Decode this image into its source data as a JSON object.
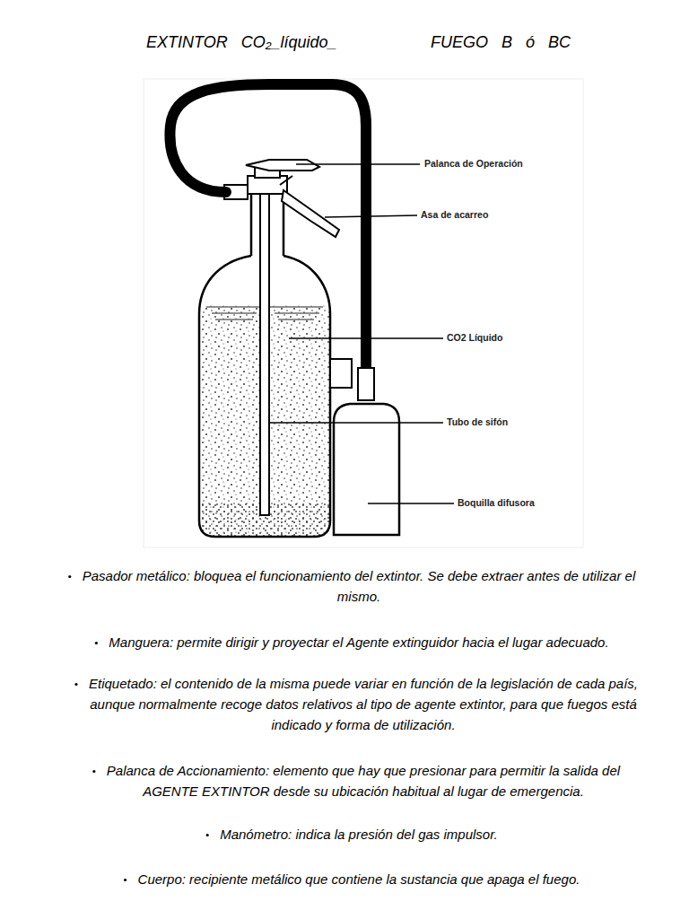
{
  "diagram": {
    "title": "EXTINTOR CO₂_líquido_",
    "labels": [
      "FUEGO B ó BC",
      "Palanca de Operación",
      "Asa de acarreo",
      "CO2 Líquido",
      "Tubo de sifón",
      "Boquilla difusora",
      "Pasador metálico: bloquea el funcionamiento del extintor. Se debe extraer antes de utilizar el mismo.",
      "Manguera: permite dirigir y proyectar el Agente extinguidor hacia el lugar adecuado.",
      "Etiquetado: el contenido de la misma puede variar en función de la legislación de cada país, aunque normalmente recoge datos relativos al tipo de agente extintor, para que fuegos está indicado y forma de utilización.",
      "Palanca de Accionamiento: elemento que hay que presionar para permitir la salida del AGENTE EXTINTOR desde su ubicación habitual al lugar de emergencia.",
      "Manómetro: indica la presión del gas impulsor.",
      "Cuerpo: recipiente metálico que contiene la sustancia que apaga el fuego."
    ]
  }
}
